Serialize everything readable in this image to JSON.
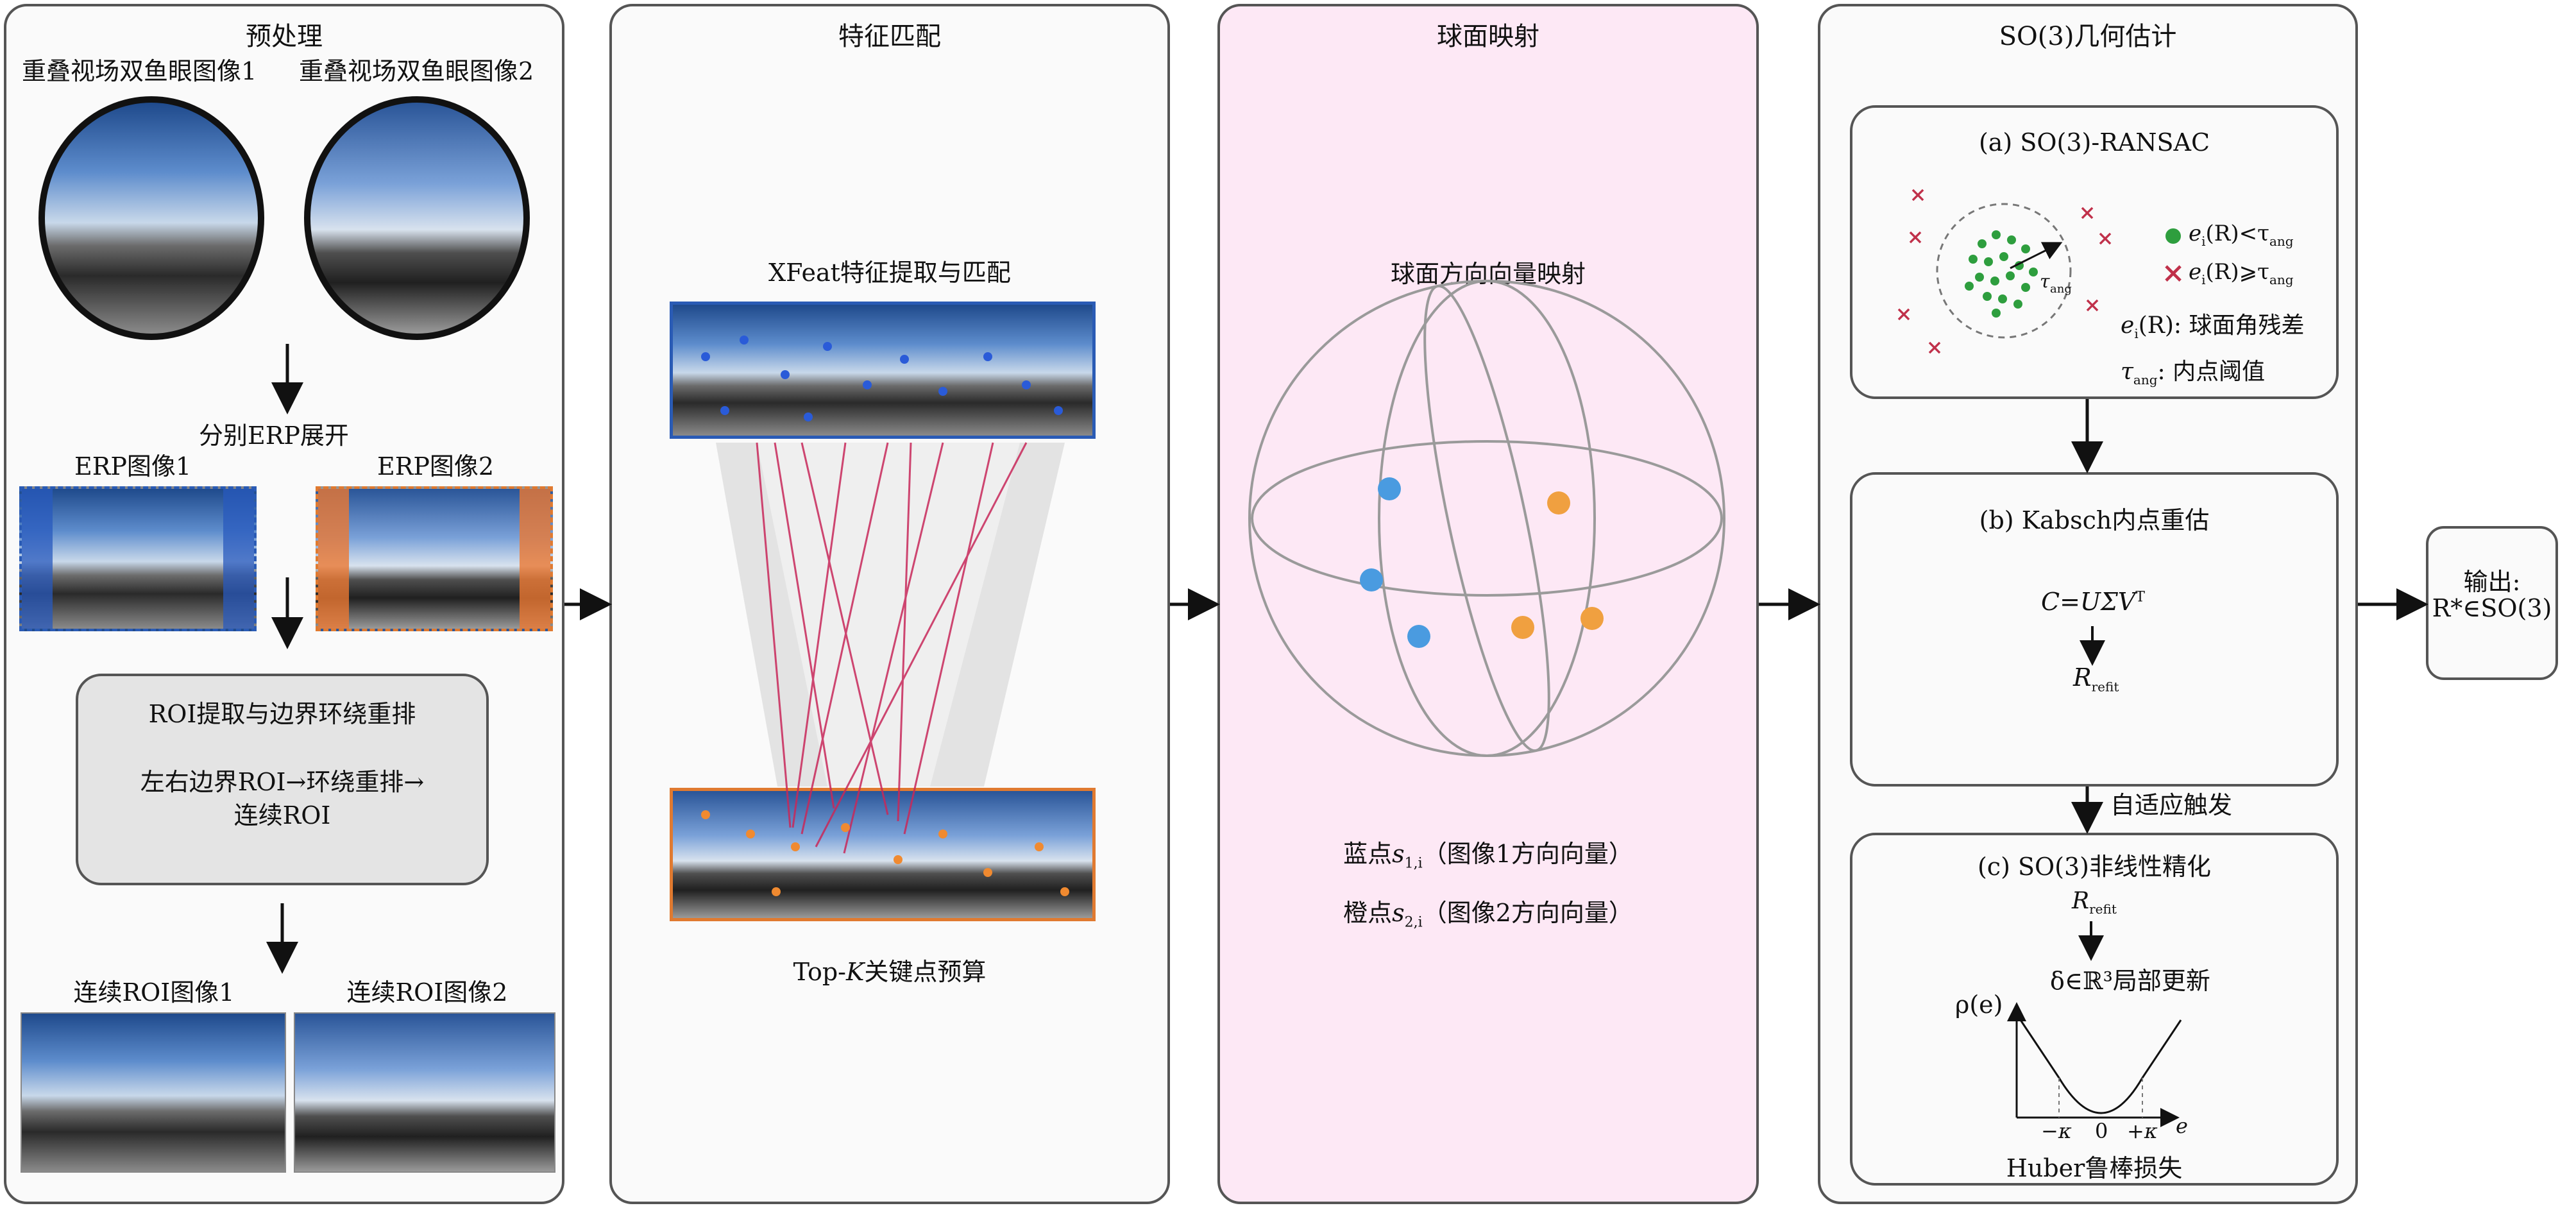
{
  "panels": {
    "preprocess": {
      "title": "预处理",
      "fisheye1_label": "重叠视场双鱼眼图像1",
      "fisheye2_label": "重叠视场双鱼眼图像2",
      "unfold_label": "分别ERP展开",
      "erp1_label": "ERP图像1",
      "erp2_label": "ERP图像2",
      "roi_box_title": "ROI提取与边界环绕重排",
      "roi_box_line1": "左右边界ROI→环绕重排→",
      "roi_box_line2": "连续ROI",
      "roi1_label": "连续ROI图像1",
      "roi2_label": "连续ROI图像2"
    },
    "matching": {
      "title": "特征匹配",
      "xfeat_label": "XFeat特征提取与匹配",
      "topk_prefix": "Top-",
      "topk_var": "K",
      "topk_suffix": "关键点预算"
    },
    "sphere": {
      "title": "球面映射",
      "subtitle": "球面方向向量映射",
      "blue_prefix": "蓝点",
      "blue_var": "s",
      "blue_sub": "1,i",
      "blue_suffix": "（图像1方向向量）",
      "orange_prefix": "橙点",
      "orange_var": "s",
      "orange_sub": "2,i",
      "orange_suffix": "（图像2方向向量）"
    },
    "so3": {
      "title": "SO(3)几何估计",
      "ransac_title": "(a) SO(3)-RANSAC",
      "tau_label": "τ",
      "tau_sub": "ang",
      "legend_inlier": "e",
      "legend_inlier_sub": "i",
      "legend_inlier_rest": "(R)<τ",
      "legend_outlier_rest": "(R)⩾τ",
      "ang_sub": "ang",
      "residual_def": "(R): 球面角残差",
      "threshold_def": ": 内点阈值",
      "kabsch_title": "(b) Kabsch内点重估",
      "kabsch_eq": "C=UΣV",
      "kabsch_sup": "T",
      "r_refit": "R",
      "r_refit_sub": "refit",
      "adaptive_label": "自适应触发",
      "refine_title": "(c) SO(3)非线性精化",
      "delta_label": "δ∈ℝ³局部更新",
      "rho_label": "ρ(e)",
      "e_axis": "e",
      "neg_kappa": "−κ",
      "zero": "0",
      "pos_kappa": "+κ",
      "huber_label": "Huber鲁棒损失"
    },
    "output": {
      "line1": "输出:",
      "line2": "R*∈SO(3)"
    }
  },
  "colors": {
    "panel_border": "#555555",
    "sphere_bg": "#fde8f5",
    "blue_point": "#4a9be0",
    "orange_point": "#f0a040",
    "inlier_green": "#2e9e3e",
    "outlier_red": "#c0304a",
    "match_red": "#c8285a",
    "roi_box_fill": "#e4e4e4"
  }
}
